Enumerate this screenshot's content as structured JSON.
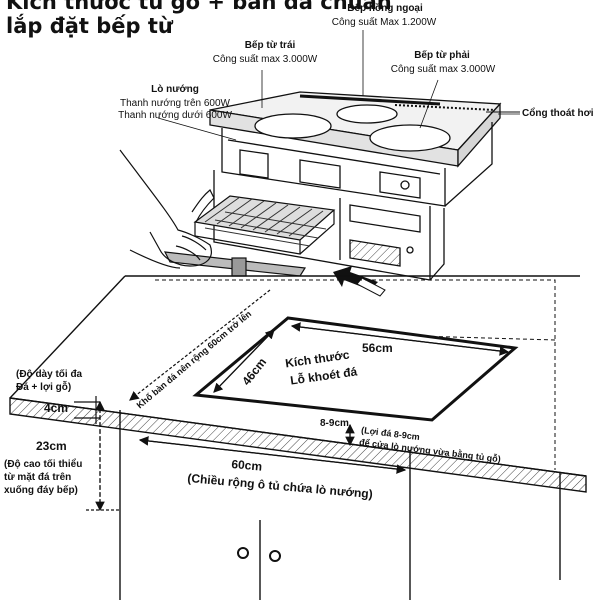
{
  "title": {
    "line1": "Kích thước tủ gỗ + bàn đá chuẩn",
    "line2": "lắp đặt bếp từ"
  },
  "labels": {
    "infrared_name": "Bếp hồng ngoại",
    "infrared_power": "Công suất Max 1.200W",
    "left_name": "Bếp từ trái",
    "left_power": "Công suất max 3.000W",
    "right_name": "Bếp từ phải",
    "right_power": "Công suất max 3.000W",
    "oven_name": "Lò nướng",
    "oven_top": "Thanh nướng trên 600W",
    "oven_bottom": "Thanh nướng dưới 600W",
    "vent": "Cổng thoát hơi"
  },
  "dimensions": {
    "depth_width": "56cm",
    "cut_depth": "46cm",
    "cutout_line1": "Kích thước",
    "cutout_line2": "Lỗ khoét đá",
    "counter_width_note": "Khổ bàn đá nên rộng 60cm trở lên",
    "margin_left": "8-9cm",
    "margin_note_1": "(Lợi đá 8-9cm",
    "margin_note_2": "để cửa lò nướng vừa bằng tủ gỗ)",
    "thickness_note_1": "(Độ dày tối đa",
    "thickness_note_2": "Đá + lợi gỗ)",
    "thickness": "4cm",
    "height": "23cm",
    "height_note_1": "(Độ cao tối thiểu",
    "height_note_2": "từ mặt đá trên",
    "height_note_3": "xuống đáy bếp)",
    "cabinet_width": "60cm",
    "cabinet_note": "(Chiều rộng ô tủ chứa lò nướng)"
  }
}
